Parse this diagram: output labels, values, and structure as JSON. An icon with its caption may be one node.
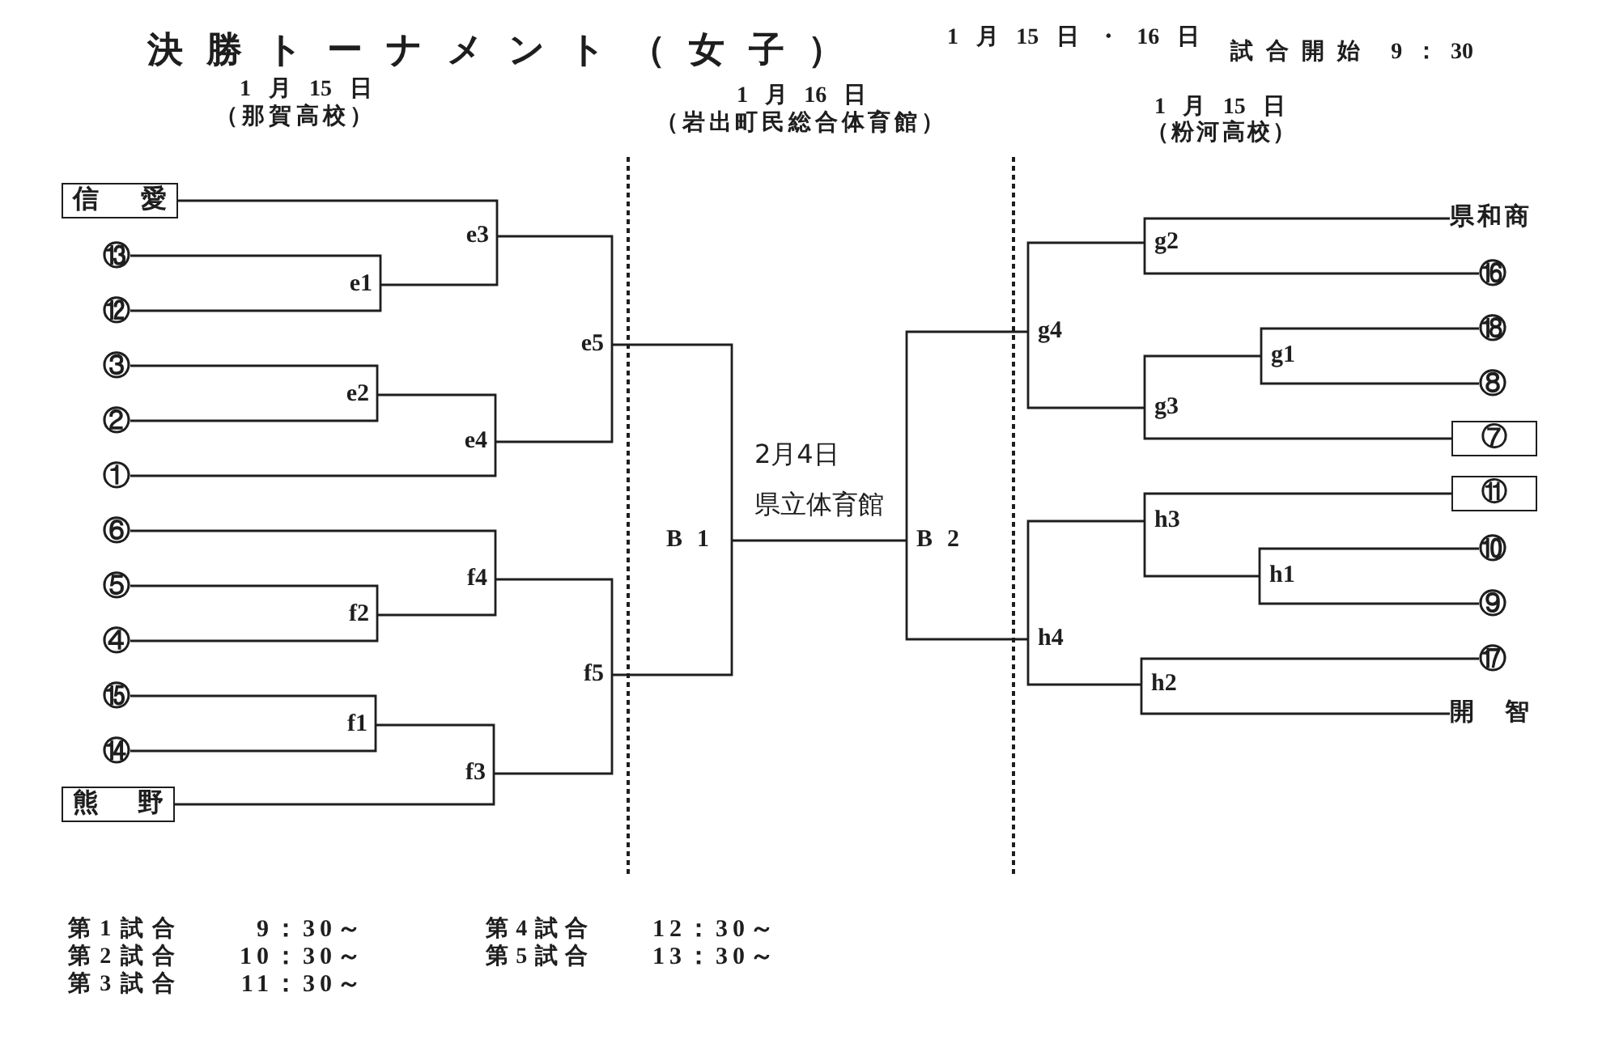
{
  "diagram": {
    "title": "決勝トーナメント（女子）",
    "nodes": [
      {
        "text": [
          "信愛"
        ]
      },
      {
        "text": [
          "⑬"
        ]
      },
      {
        "text": [
          "⑫"
        ]
      },
      {
        "text": [
          "③"
        ]
      },
      {
        "text": [
          "②"
        ]
      },
      {
        "text": [
          "①"
        ]
      },
      {
        "text": [
          "⑥"
        ]
      },
      {
        "text": [
          "⑤"
        ]
      },
      {
        "text": [
          "④"
        ]
      },
      {
        "text": [
          "⑮"
        ]
      },
      {
        "text": [
          "⑭"
        ]
      },
      {
        "text": [
          "熊野"
        ]
      },
      {
        "text": [
          "e1"
        ]
      },
      {
        "text": [
          "e2"
        ]
      },
      {
        "text": [
          "e3"
        ]
      },
      {
        "text": [
          "e4"
        ]
      },
      {
        "text": [
          "e5"
        ]
      },
      {
        "text": [
          "f1"
        ]
      },
      {
        "text": [
          "f2"
        ]
      },
      {
        "text": [
          "f3"
        ]
      },
      {
        "text": [
          "f4"
        ]
      },
      {
        "text": [
          "f5"
        ]
      },
      {
        "text": [
          "B1"
        ]
      },
      {
        "text": [
          "B2"
        ]
      },
      {
        "text": [
          "g1"
        ]
      },
      {
        "text": [
          "g2"
        ]
      },
      {
        "text": [
          "g3"
        ]
      },
      {
        "text": [
          "g4"
        ]
      },
      {
        "text": [
          "h1"
        ]
      },
      {
        "text": [
          "h2"
        ]
      },
      {
        "text": [
          "h3"
        ]
      },
      {
        "text": [
          "h4"
        ]
      },
      {
        "text": [
          "県和商"
        ]
      },
      {
        "text": [
          "⑯"
        ]
      },
      {
        "text": [
          "⑱"
        ]
      },
      {
        "text": [
          "⑧"
        ]
      },
      {
        "text": [
          "⑦"
        ]
      },
      {
        "text": [
          "⑪"
        ]
      },
      {
        "text": [
          "⑩"
        ]
      },
      {
        "text": [
          "⑨"
        ]
      },
      {
        "text": [
          "⑰"
        ]
      },
      {
        "text": [
          "開智"
        ]
      }
    ],
    "edges": [
      {
        "from": 1,
        "to": 12,
        "arrow": "none"
      },
      {
        "from": 2,
        "to": 12,
        "arrow": "none"
      },
      {
        "from": 3,
        "to": 13,
        "arrow": "none"
      },
      {
        "from": 4,
        "to": 13,
        "arrow": "none"
      },
      {
        "from": 0,
        "to": 14,
        "arrow": "none"
      },
      {
        "from": 12,
        "to": 14,
        "arrow": "none"
      },
      {
        "from": 13,
        "to": 15,
        "arrow": "none"
      },
      {
        "from": 5,
        "to": 15,
        "arrow": "none"
      },
      {
        "from": 14,
        "to": 16,
        "arrow": "none"
      },
      {
        "from": 15,
        "to": 16,
        "arrow": "none"
      },
      {
        "from": 9,
        "to": 17,
        "arrow": "none"
      },
      {
        "from": 10,
        "to": 17,
        "arrow": "none"
      },
      {
        "from": 7,
        "to": 18,
        "arrow": "none"
      },
      {
        "from": 8,
        "to": 18,
        "arrow": "none"
      },
      {
        "from": 17,
        "to": 19,
        "arrow": "none"
      },
      {
        "from": 11,
        "to": 19,
        "arrow": "none"
      },
      {
        "from": 6,
        "to": 20,
        "arrow": "none"
      },
      {
        "from": 18,
        "to": 20,
        "arrow": "none"
      },
      {
        "from": 20,
        "to": 21,
        "arrow": "none"
      },
      {
        "from": 19,
        "to": 21,
        "arrow": "none"
      },
      {
        "from": 16,
        "to": 22,
        "arrow": "none"
      },
      {
        "from": 21,
        "to": 22,
        "arrow": "none"
      },
      {
        "from": 22,
        "to": 23,
        "arrow": "none"
      },
      {
        "from": 27,
        "to": 23,
        "arrow": "none"
      },
      {
        "from": 31,
        "to": 23,
        "arrow": "none"
      },
      {
        "from": 34,
        "to": 24,
        "arrow": "none"
      },
      {
        "from": 35,
        "to": 24,
        "arrow": "none"
      },
      {
        "from": 32,
        "to": 25,
        "arrow": "none"
      },
      {
        "from": 33,
        "to": 25,
        "arrow": "none"
      },
      {
        "from": 24,
        "to": 26,
        "arrow": "none"
      },
      {
        "from": 36,
        "to": 26,
        "arrow": "none"
      },
      {
        "from": 25,
        "to": 27,
        "arrow": "none"
      },
      {
        "from": 26,
        "to": 27,
        "arrow": "none"
      },
      {
        "from": 38,
        "to": 28,
        "arrow": "none"
      },
      {
        "from": 39,
        "to": 28,
        "arrow": "none"
      },
      {
        "from": 40,
        "to": 29,
        "arrow": "none"
      },
      {
        "from": 41,
        "to": 29,
        "arrow": "none"
      },
      {
        "from": 37,
        "to": 30,
        "arrow": "none"
      },
      {
        "from": 28,
        "to": 30,
        "arrow": "none"
      },
      {
        "from": 30,
        "to": 31,
        "arrow": "none"
      },
      {
        "from": 29,
        "to": 31,
        "arrow": "none"
      }
    ],
    "labels": [
      "1月15日・16日",
      "試合開始 9：30",
      "1月15日",
      "（那賀高校）",
      "1月16日",
      "（岩出町民総合体育館）",
      "1月15日",
      "（粉河高校）",
      "2月4日",
      "県立体育館",
      "第1試合",
      "9：30～",
      "第4試合",
      "12：30～",
      "第2試合",
      "10：30～",
      "第5試合",
      "13：30～",
      "第3試合",
      "11：30～"
    ]
  }
}
